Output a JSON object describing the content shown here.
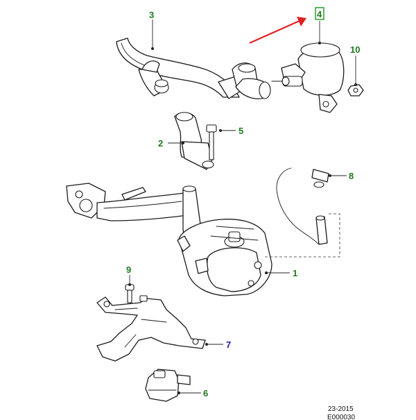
{
  "colors": {
    "callout_green": "#1d7a1d",
    "callout_blue": "#1a1aa8",
    "arrow_red": "#e02020",
    "highlight_box": "#3aa43a"
  },
  "callouts": [
    {
      "id": "1",
      "label": "1",
      "color": "green"
    },
    {
      "id": "2",
      "label": "2",
      "color": "green"
    },
    {
      "id": "3",
      "label": "3",
      "color": "green"
    },
    {
      "id": "4",
      "label": "4",
      "color": "green",
      "highlighted": true
    },
    {
      "id": "5",
      "label": "5",
      "color": "green"
    },
    {
      "id": "6",
      "label": "6",
      "color": "green"
    },
    {
      "id": "7",
      "label": "7",
      "color": "blue"
    },
    {
      "id": "8",
      "label": "8",
      "color": "green"
    },
    {
      "id": "9",
      "label": "9",
      "color": "green"
    },
    {
      "id": "10",
      "label": "10",
      "color": "green"
    }
  ],
  "footer": {
    "date": "23-2015",
    "code": "E000030"
  }
}
